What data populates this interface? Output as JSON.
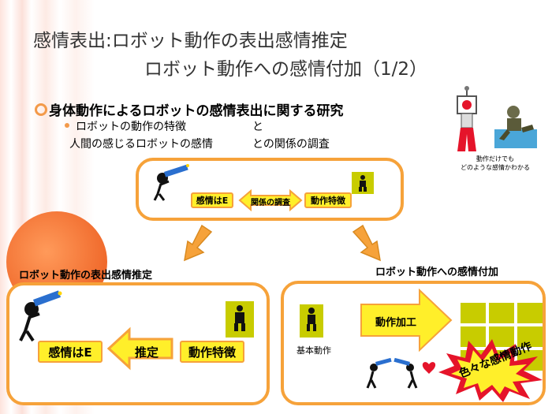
{
  "slide": {
    "title_line1": "感情表出:ロボット動作の表出感情推定",
    "title_line2": "ロボット動作への感情付加（1/2）",
    "heading": "身体動作によるロボットの感情表出に関する研究",
    "sub1_left": "ロボットの動作の特徴",
    "sub1_right": "と",
    "sub2_left": "人間の感じるロボットの感情",
    "sub2_right": "との関係の調査",
    "caption_line1": "動作だけでも",
    "caption_line2": "どのような感情かわかる"
  },
  "top_panel": {
    "emotion_label": "感情はE",
    "relation_label": "関係の調査",
    "feature_label": "動作特徴"
  },
  "left_section": {
    "label": "ロボット動作の表出感情推定",
    "emotion_label": "感情はE",
    "estimate_label": "推定",
    "feature_label": "動作特徴"
  },
  "right_section": {
    "label": "ロボット動作への感情付加",
    "basic_motion_label": "基本動作",
    "processing_label": "動作加工",
    "burst_label": "色々な感情動作"
  },
  "colors": {
    "accent_orange": "#f6a23a",
    "highlight_yellow": "#ffef2a",
    "robot_olive": "#c8cc00",
    "burst_red": "#e5142a"
  }
}
